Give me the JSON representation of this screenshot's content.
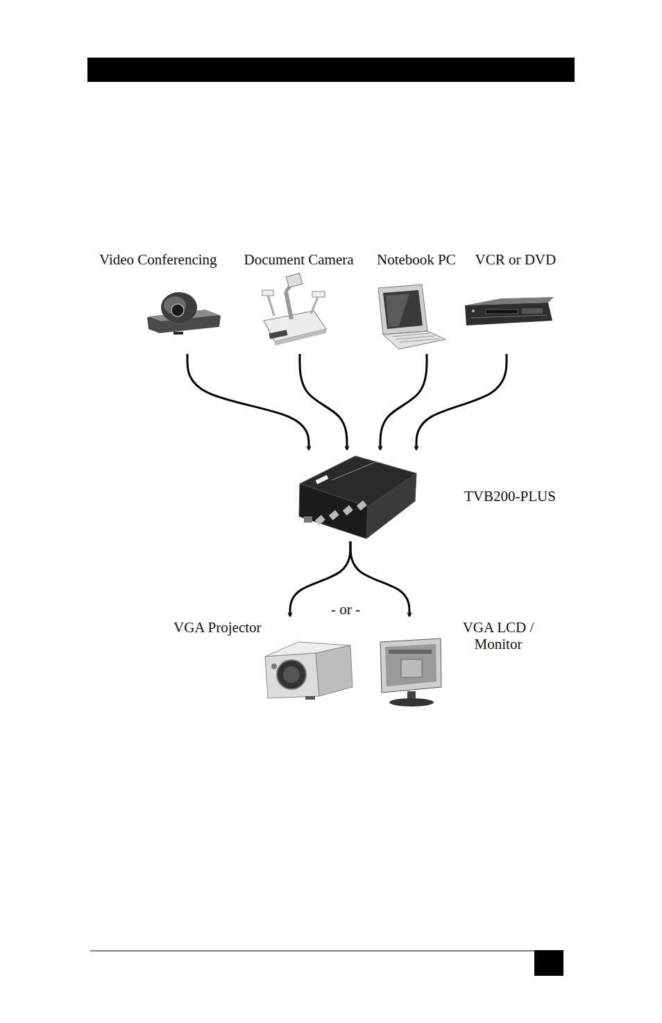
{
  "diagram": {
    "nodes": [
      {
        "text": [
          "Video Conferencing"
        ]
      },
      {
        "text": [
          "Document Camera"
        ]
      },
      {
        "text": [
          "Notebook PC"
        ]
      },
      {
        "text": [
          "VCR or DVD"
        ]
      },
      {
        "text": [
          "TVB200-PLUS"
        ]
      },
      {
        "text": [
          "VGA Projector"
        ]
      },
      {
        "text": [
          "VGA LCD / Monitor"
        ]
      }
    ],
    "edges": [
      {
        "from": 0,
        "to": 4,
        "arrow": "to"
      },
      {
        "from": 1,
        "to": 4,
        "arrow": "to"
      },
      {
        "from": 2,
        "to": 4,
        "arrow": "to"
      },
      {
        "from": 3,
        "to": 4,
        "arrow": "to"
      },
      {
        "from": 4,
        "to": 5,
        "arrow": "to"
      },
      {
        "from": 4,
        "to": 6,
        "arrow": "to"
      }
    ],
    "labels": [
      "- or -"
    ]
  }
}
